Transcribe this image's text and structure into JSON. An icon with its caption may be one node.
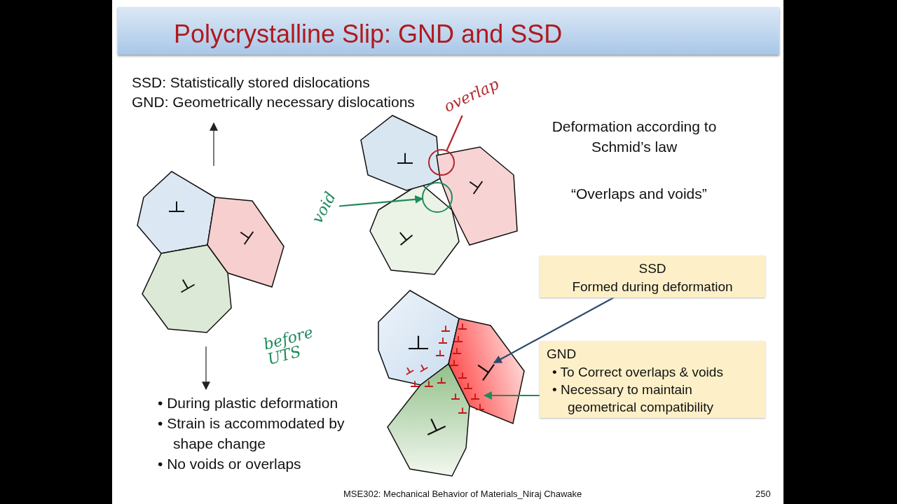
{
  "diagram": {
    "title": "Polycrystalline Slip: GND and SSD",
    "nodes": [
      {
        "text": [
          "overlap"
        ]
      },
      {
        "text": [],
        "shape": "circle"
      },
      {
        "text": [
          "void"
        ]
      },
      {
        "text": [],
        "shape": "circle"
      },
      {
        "text": [
          "SSD",
          "Formed during deformation"
        ]
      },
      {
        "text": [
          "GND",
          "• To Correct overlaps & voids",
          "• Necessary to maintain geometrical compatibility"
        ]
      },
      {
        "text": [],
        "shape": "symbol"
      },
      {
        "text": [],
        "shape": "symbol"
      }
    ],
    "edges": [
      {
        "from": 0,
        "to": 1,
        "arrow": "none",
        "color": "#b3262b"
      },
      {
        "from": 2,
        "to": 3,
        "arrow": "to",
        "color": "#1f8a5b"
      },
      {
        "from": 4,
        "to": 6,
        "arrow": "to",
        "color": "#2d4a6e"
      },
      {
        "from": 5,
        "to": 7,
        "arrow": "to",
        "color": "#1f8a5b"
      }
    ],
    "labels": [
      "SSD: Statistically stored dislocations",
      "GND: Geometrically necessary dislocations",
      "Deformation according to Schmid’s law",
      "“Overlaps and voids”",
      "before UTS",
      "• During plastic deformation",
      "• Strain is accommodated by shape change",
      "• No voids or overlaps",
      "MSE302: Mechanical Behavior of Materials_Niraj Chawake",
      "250"
    ]
  }
}
